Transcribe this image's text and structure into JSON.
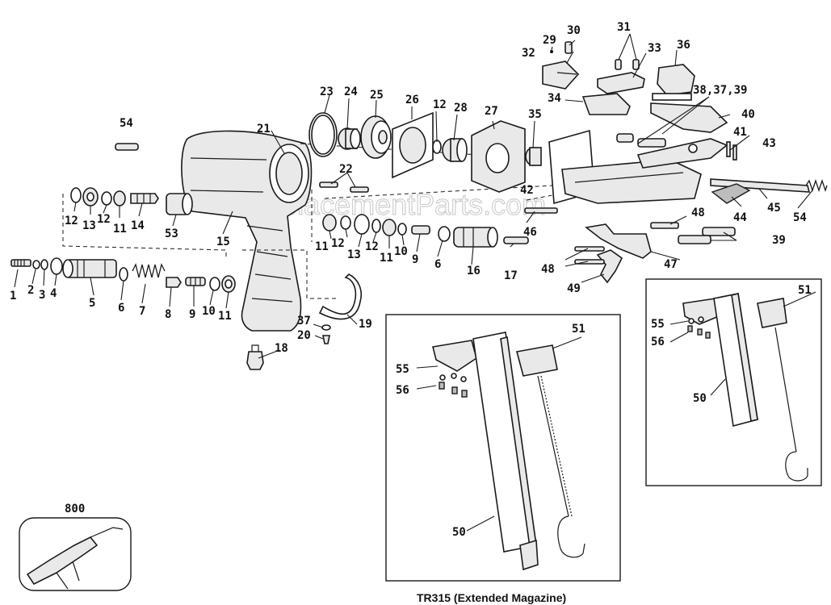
{
  "watermark": "eReplacementParts.com",
  "caption": "TR315 (Extended Magazine)",
  "callouts": {
    "c1": "1",
    "c2": "2",
    "c3": "3",
    "c4": "4",
    "c5": "5",
    "c6a": "6",
    "c6b": "6",
    "c7": "7",
    "c8": "8",
    "c9a": "9",
    "c9b": "9",
    "c10a": "10",
    "c10b": "10",
    "c11a": "11",
    "c11b": "11",
    "c11c": "11",
    "c11d": "11",
    "c12a": "12",
    "c12b": "12",
    "c12c": "12",
    "c12d": "12",
    "c12e": "12",
    "c13a": "13",
    "c13b": "13",
    "c14": "14",
    "c15": "15",
    "c16": "16",
    "c17": "17",
    "c18": "18",
    "c19": "19",
    "c20": "20",
    "c21": "21",
    "c22": "22",
    "c23": "23",
    "c24": "24",
    "c25": "25",
    "c26": "26",
    "c27": "27",
    "c28": "28",
    "c29": "29",
    "c30": "30",
    "c31": "31",
    "c32": "32",
    "c33": "33",
    "c34": "34",
    "c35": "35",
    "c36": "36",
    "c37": "37",
    "c38": "38,37,39",
    "c39": "39",
    "c40": "40",
    "c41": "41",
    "c42": "42",
    "c43": "43",
    "c44": "44",
    "c45": "45",
    "c46": "46",
    "c47": "47",
    "c48a": "48",
    "c48b": "48",
    "c49": "49",
    "c50a": "50",
    "c50b": "50",
    "c51a": "51",
    "c51b": "51",
    "c53": "53",
    "c54a": "54",
    "c54b": "54",
    "c55a": "55",
    "c55b": "55",
    "c56a": "56",
    "c56b": "56",
    "c800": "800"
  }
}
